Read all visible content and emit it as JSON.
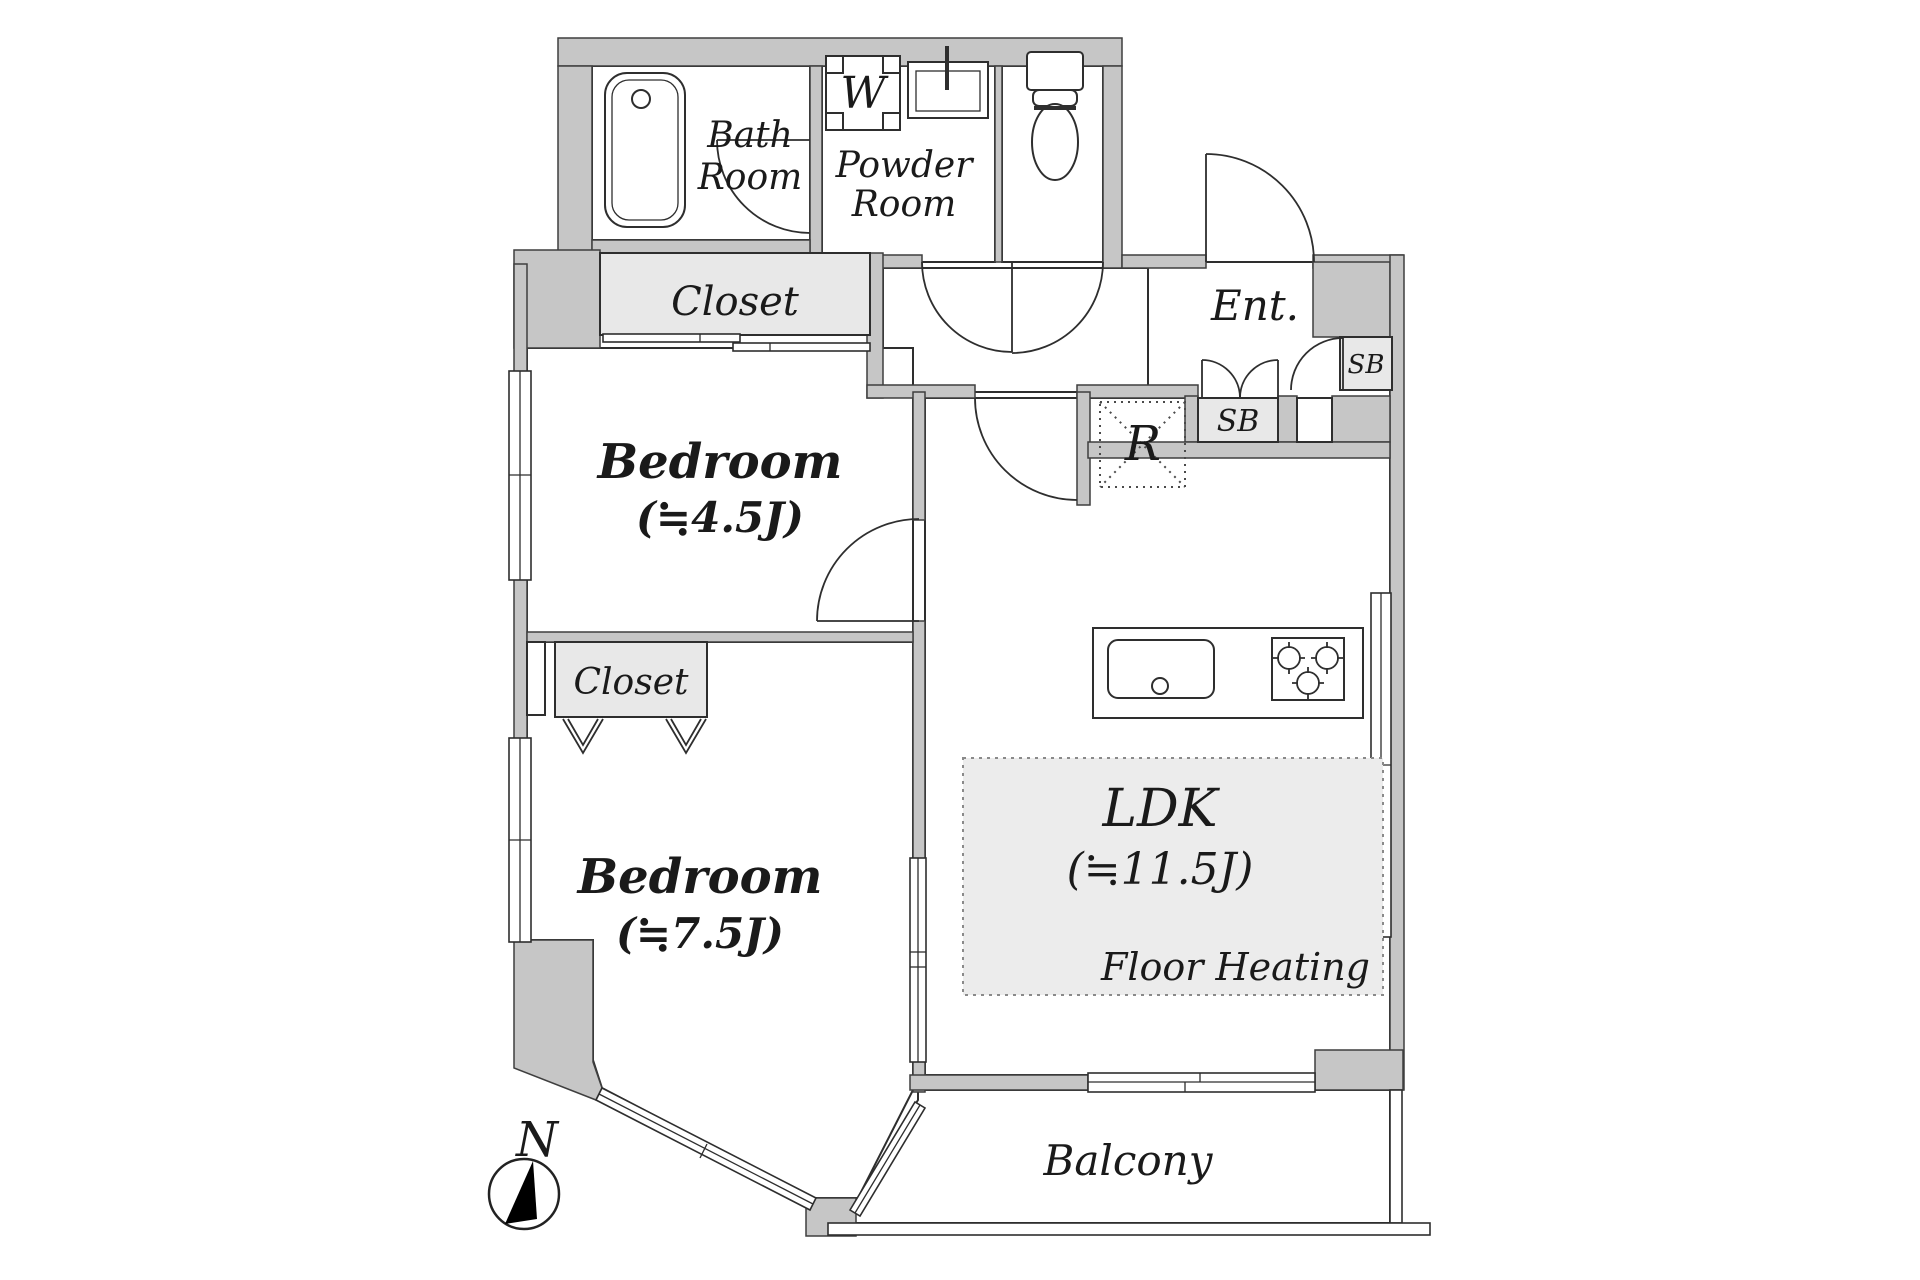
{
  "rooms": {
    "bath": {
      "line1": "Bath",
      "line2": "Room"
    },
    "powder": {
      "line1": "Powder",
      "line2": "Room"
    },
    "closet_top": {
      "label": "Closet"
    },
    "closet_lower": {
      "label": "Closet"
    },
    "entrance": {
      "label": "Ent."
    },
    "bedroom_small": {
      "label": "Bedroom",
      "size": "(≒4.5J)"
    },
    "bedroom_large": {
      "label": "Bedroom",
      "size": "(≒7.5J)"
    },
    "ldk": {
      "label": "LDK",
      "size": "(≒11.5J)",
      "note": "Floor Heating"
    },
    "balcony": {
      "label": "Balcony"
    }
  },
  "fixtures": {
    "washer": {
      "label": "W"
    },
    "refrigerator": {
      "label": "R"
    },
    "shoe_box_entrance": {
      "label": "SB"
    },
    "shoe_box_hall": {
      "label": "SB"
    }
  },
  "compass": {
    "north": "N"
  },
  "colors": {
    "wall": "#c6c6c6",
    "closet_fill": "#e8e8e8",
    "floor_heating_fill": "#ececec",
    "outline": "#2e2e2e",
    "text": "#1a1a1a",
    "compass_needle": "#000000"
  }
}
